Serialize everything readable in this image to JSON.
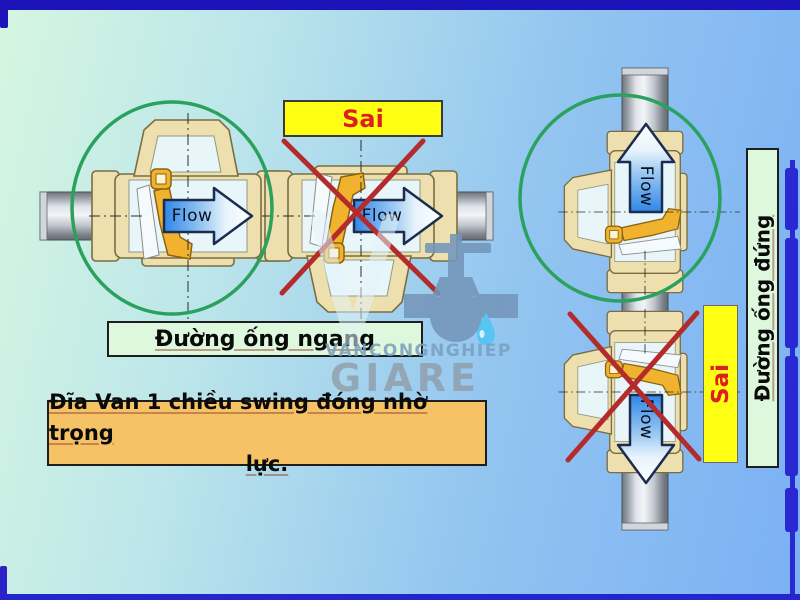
{
  "frame": {
    "color": "#1c14b8"
  },
  "background": {
    "top_left": "#d6f6e0",
    "bottom_right": "#7bb0f4"
  },
  "labels": {
    "flow": "Flow",
    "wrong_badge": "Sai",
    "horizontal_pipe": "Đường ống ngang",
    "vertical_pipe": "Đường ống đứng"
  },
  "caption": {
    "line1": "Đĩa Van 1 chiều swing đóng nhờ trọng",
    "line2": "lực."
  },
  "watermark": {
    "brand_top": "VANCONGNGHIEP",
    "brand_bottom": "GIARE"
  },
  "colors": {
    "correct_circle": "#2ba15e",
    "wrong_cross": "#b32b2b",
    "badge_bg": "#ffff14",
    "badge_text": "#de1f1f",
    "pipe_label_bg": "#ddf8dc",
    "caption_bg": "#f6c266"
  }
}
